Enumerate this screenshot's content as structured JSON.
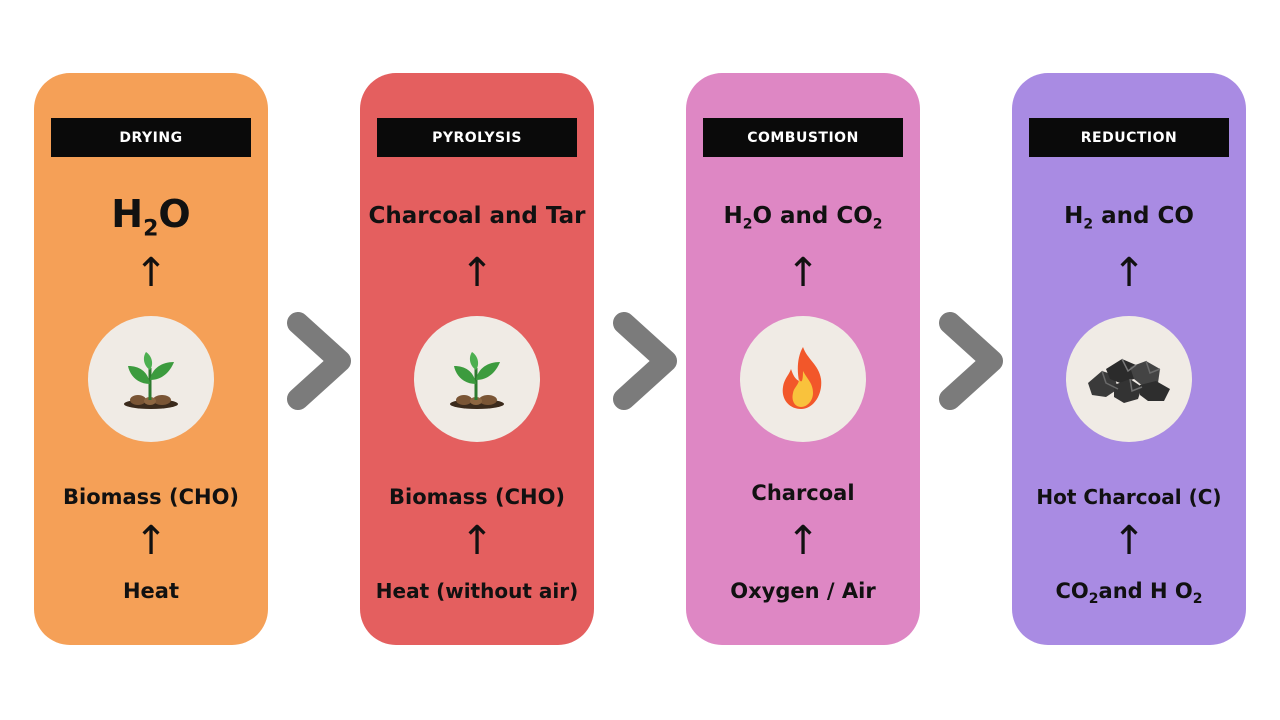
{
  "colors": {
    "drying": "#f5a057",
    "pyrolysis": "#e45f5f",
    "combustion": "#de87c4",
    "reduction": "#a98be3",
    "chevron": "#7b7b7b",
    "header_bg": "#0a0a0a"
  },
  "stages": [
    {
      "header": "DRYING",
      "product_main": "H",
      "product_sub": "2",
      "product_rest": "O",
      "up_arrow": "↑",
      "icon": "seedling-icon",
      "input": "Biomass (CHO)",
      "down_arrow": "↑",
      "source": "Heat"
    },
    {
      "header": "PYROLYSIS",
      "product": "Charcoal and Tar",
      "up_arrow": "↑",
      "icon": "seedling-icon",
      "input": "Biomass (CHO)",
      "down_arrow": "↑",
      "source": "Heat (without air)"
    },
    {
      "header": "COMBUSTION",
      "product_a": "H",
      "product_a_sub": "2",
      "product_b": "O and CO",
      "product_b_sub": "2",
      "up_arrow": "↑",
      "icon": "flame-icon",
      "input": "Charcoal",
      "down_arrow": "↑",
      "source": "Oxygen / Air"
    },
    {
      "header": "REDUCTION",
      "product_a": "H",
      "product_a_sub": "2",
      "product_b": " and CO",
      "up_arrow": "↑",
      "icon": "charcoal-icon",
      "input": "Hot Charcoal (C)",
      "down_arrow": "↑",
      "source_a": "CO",
      "source_a_sub": "2",
      "source_b": "and H O",
      "source_b_sub": "2"
    }
  ],
  "connectors": [
    "chevron-right-icon",
    "chevron-right-icon",
    "chevron-right-icon"
  ]
}
